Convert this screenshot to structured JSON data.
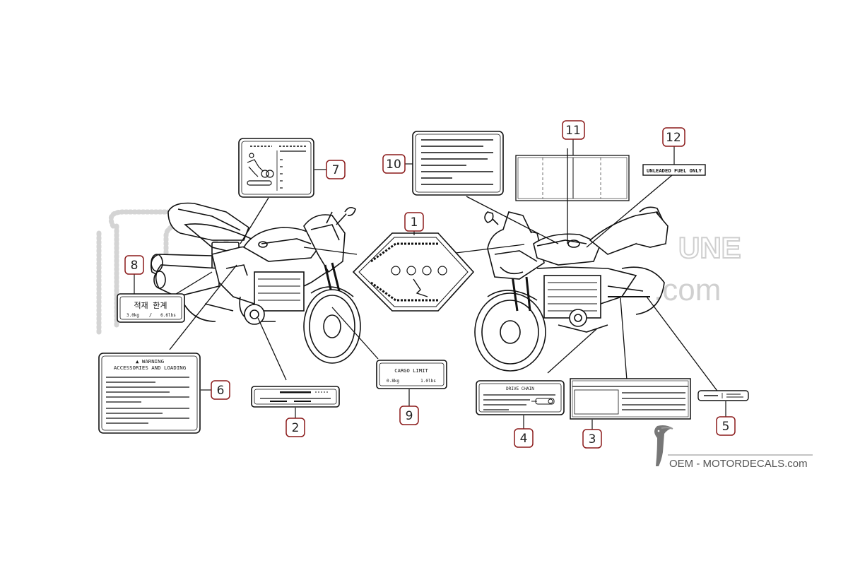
{
  "colors": {
    "callout_border": "#8b1a1a",
    "line": "#111111",
    "watermark": "#c9c9c9",
    "brand_text": "#555555"
  },
  "watermark": {
    "fragment_right": "UNE",
    "fragment_com": ".com"
  },
  "brand": {
    "icon": "toucan-bird-icon",
    "text": "OEM - MOTORDECALS.com"
  },
  "callouts": {
    "c1": "1",
    "c2": "2",
    "c3": "3",
    "c4": "4",
    "c5": "5",
    "c6": "6",
    "c7": "7",
    "c8": "8",
    "c9": "9",
    "c10": "10",
    "c11": "11",
    "c12": "12"
  },
  "labels": {
    "korean_limit": {
      "title": "적재 한계",
      "left": "3.0kg",
      "sep": "/",
      "right": "6.6lbs"
    },
    "warning": {
      "line1": "▲ WARNING",
      "line2": "ACCESSORIES AND LOADING"
    },
    "cargo_limit": {
      "title": "CARGO LIMIT",
      "left": "0.8kg",
      "right": "1.0lbs"
    },
    "drive_chain": {
      "title": "DRIVE CHAIN"
    },
    "unleaded": {
      "text": "UNLEADED FUEL ONLY"
    }
  }
}
